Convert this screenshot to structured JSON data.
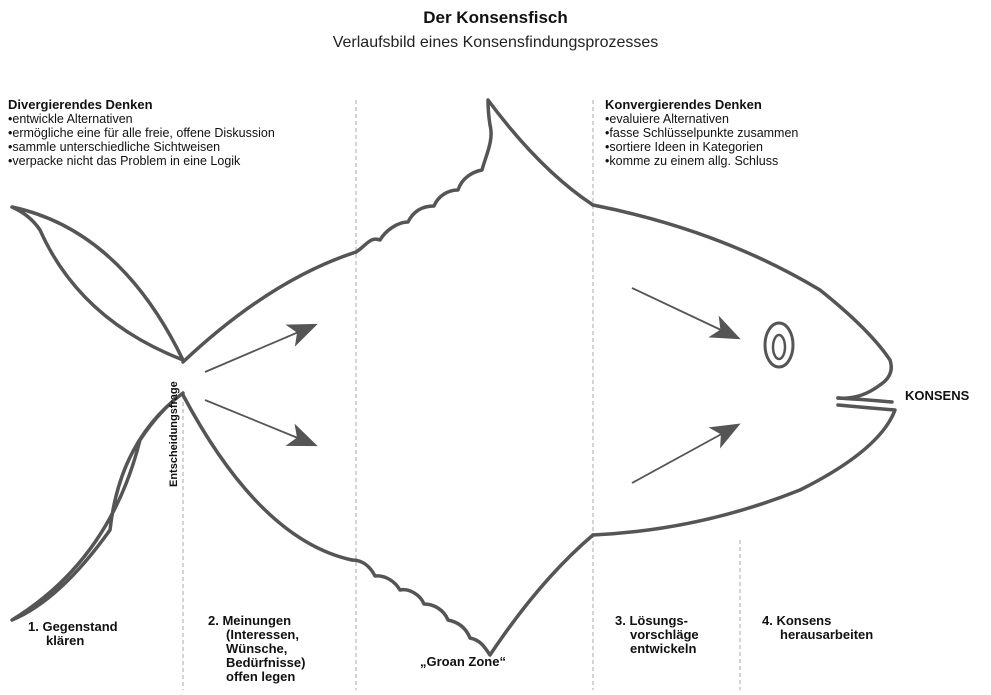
{
  "header": {
    "title": "Der Konsensfisch",
    "subtitle": "Verlaufsbild eines Konsensfindungsprozesses"
  },
  "divergent": {
    "heading": "Divergierendes Denken",
    "items": [
      "entwickle Alternativen",
      "ermögliche eine für alle freie, offene Diskussion",
      "sammle unterschiedliche Sichtweisen",
      "verpacke nicht das Problem in eine Logik"
    ]
  },
  "convergent": {
    "heading": "Konvergierendes Denken",
    "items": [
      "evaluiere Alternativen",
      "fasse Schlüsselpunkte zusammen",
      "sortiere Ideen in Kategorien",
      "komme zu einem allg. Schluss"
    ]
  },
  "decision_question": "Entscheidungsfrage",
  "outcome": "KONSENS",
  "phases": [
    {
      "lines": [
        "1. Gegenstand",
        "klären"
      ]
    },
    {
      "lines": [
        "2. Meinungen",
        "(Interessen,",
        "Wünsche,",
        "Bedürfnisse)",
        "offen legen"
      ]
    },
    {
      "lines": [
        "„Groan Zone“"
      ]
    },
    {
      "lines": [
        "3. Lösungs-",
        "vorschläge",
        "entwickeln"
      ]
    },
    {
      "lines": [
        "4. Konsens",
        "herausarbeiten"
      ]
    }
  ],
  "colors": {
    "outline": "#555555",
    "divider": "#aaaaaa",
    "text": "#111111"
  }
}
